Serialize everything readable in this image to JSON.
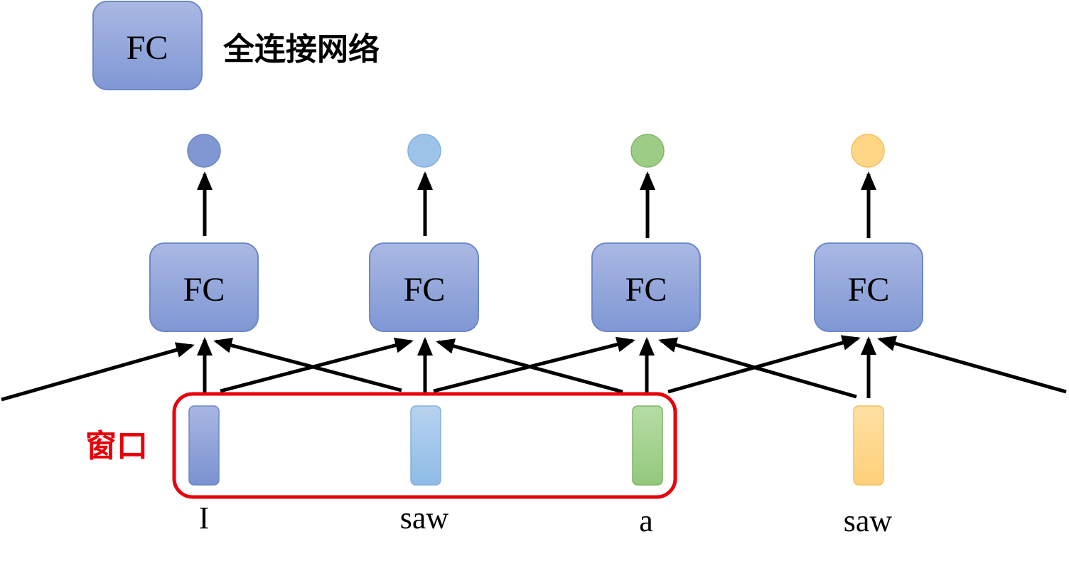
{
  "legend": {
    "box_label": "FC",
    "description": "全连接网络"
  },
  "window": {
    "label": "窗口",
    "color": "#e8000b"
  },
  "fc_label": "FC",
  "columns": [
    {
      "word": "I",
      "color": "#7e95d3"
    },
    {
      "word": "saw",
      "color": "#9cc2e8"
    },
    {
      "word": "a",
      "color": "#9ccd85"
    },
    {
      "word": "saw",
      "color": "#ffd586"
    }
  ],
  "colors": {
    "fc_box_top": "#a9b7e2",
    "fc_box_bottom": "#7f97d4",
    "fc_box_stroke": "#6a86c9",
    "arrow": "#000000"
  }
}
